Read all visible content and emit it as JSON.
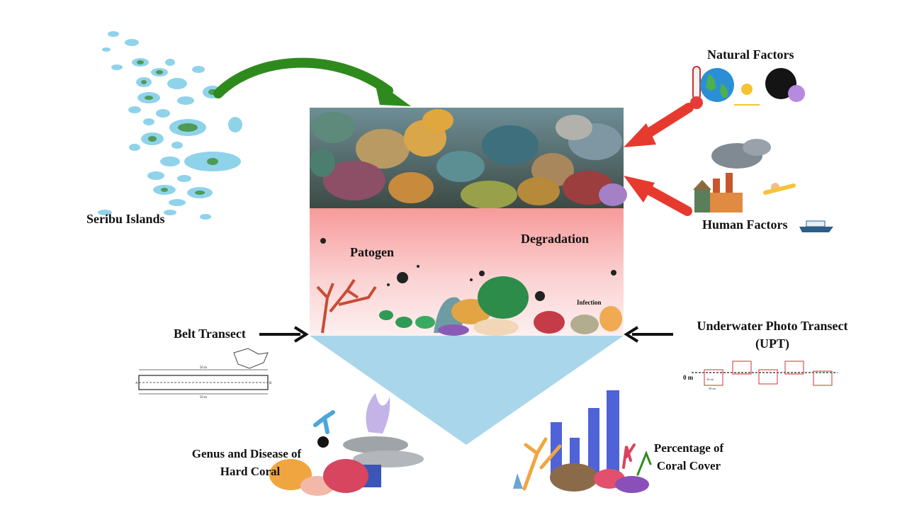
{
  "labels": {
    "seribu_islands": "Seribu Islands",
    "natural_factors": "Natural Factors",
    "human_factors": "Human Factors",
    "patogen": "Patogen",
    "degradation": "Degradation",
    "infection": "Infection",
    "belt_transect": "Belt Transect",
    "upt_line1": "Underwater Photo Transect",
    "upt_line2": "(UPT)",
    "genus_line1": "Genus and Disease of",
    "genus_line2": "Hard Coral",
    "percentage_line1": "Percentage of",
    "percentage_line2": "Coral Cover"
  },
  "belt_schematic": {
    "top_measure": "50 m",
    "bottom_measure": "50 m",
    "end_mark_left": "A",
    "end_mark_right": "B"
  },
  "upt_schematic": {
    "origin": "0 m",
    "frame_width": "44 cm",
    "frame_height": "58 cm"
  },
  "colors": {
    "arrow_green": "#2f8a1d",
    "arrow_red": "#e63a2e",
    "funnel_blue": "#a9d6ea",
    "degradation_pink": "#f6a9a9",
    "island_blue": "#8fd3ea",
    "island_green": "#4f9a55",
    "bar_blue": "#4f62d8"
  }
}
